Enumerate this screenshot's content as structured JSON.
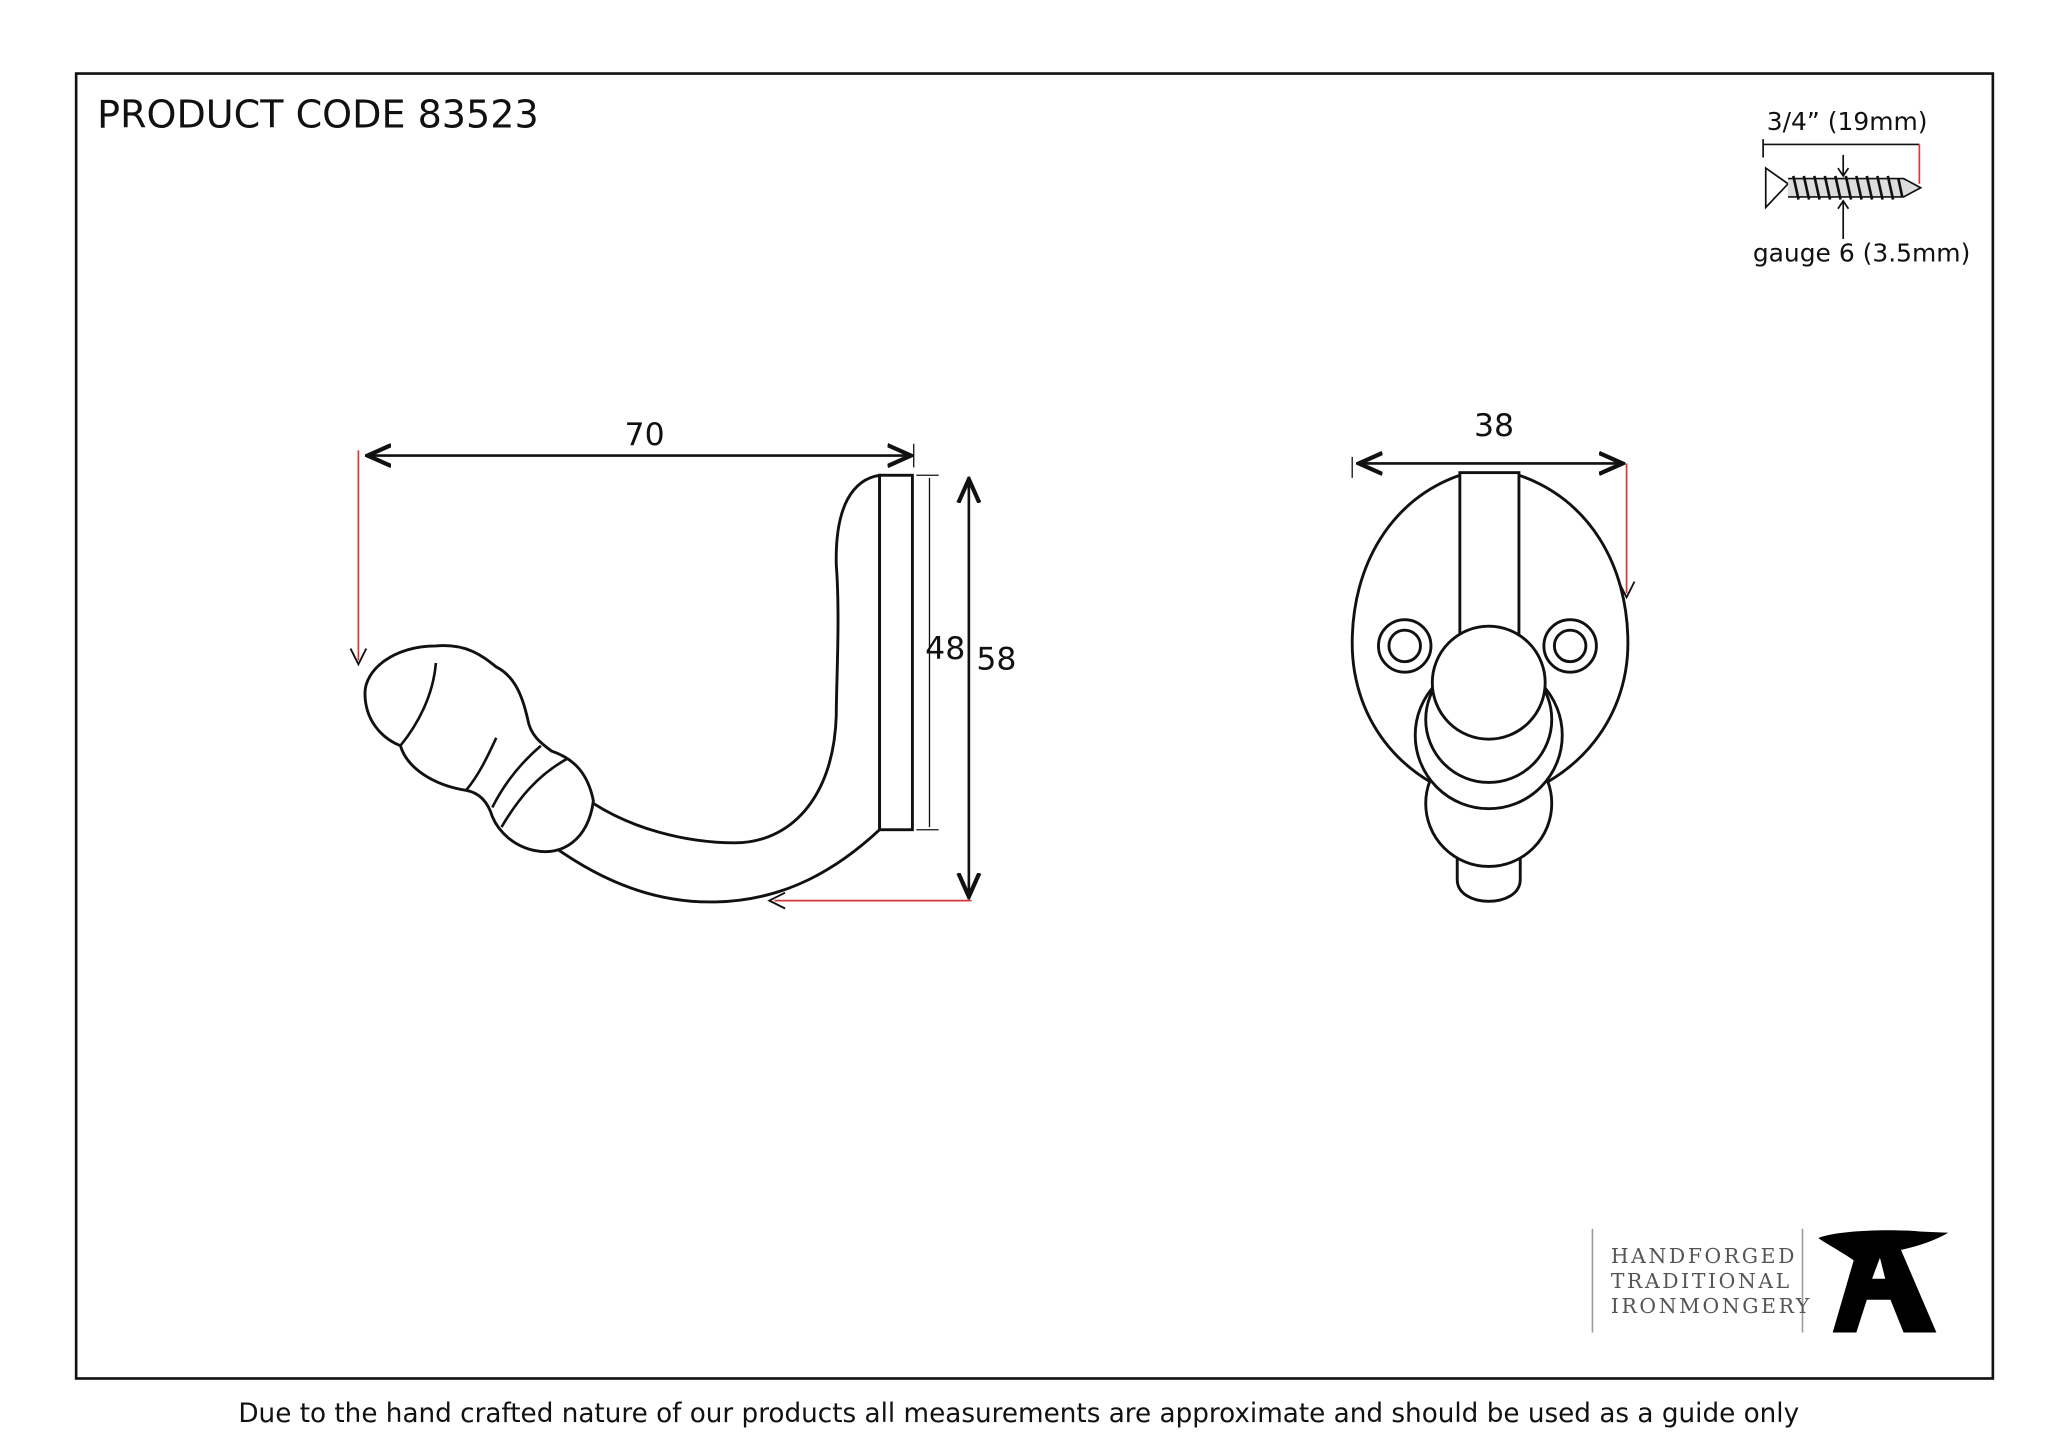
{
  "header": {
    "product_code": "PRODUCT CODE 83523"
  },
  "screw": {
    "length_label": "3/4” (19mm)",
    "gauge_label": "gauge 6 (3.5mm)"
  },
  "side_view": {
    "width_label": "70",
    "inner_height_label": "48",
    "height_label": "58"
  },
  "front_view": {
    "width_label": "38"
  },
  "logo": {
    "line1": "HANDFORGED",
    "line2": "TRADITIONAL",
    "line3": "IRONMONGERY"
  },
  "footer": {
    "disclaimer": "Due to the hand crafted nature of our products all measurements are approximate and should be used as a guide only"
  }
}
